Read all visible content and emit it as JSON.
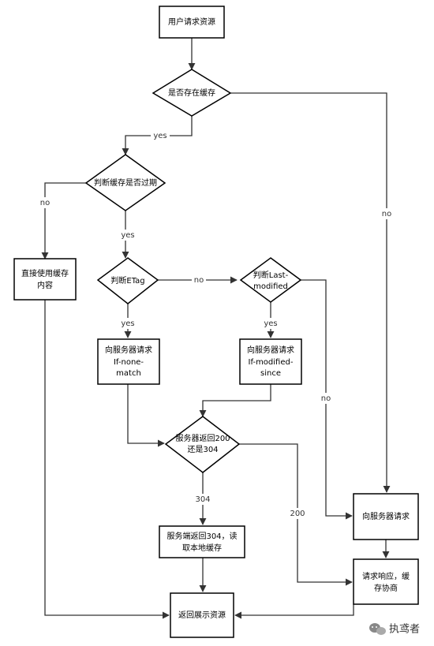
{
  "nodes": {
    "user_request": "用户请求资源",
    "has_cache": "是否存在缓存",
    "cache_expired": "判断缓存是否过期",
    "use_cache": [
      "直接使用缓存",
      "内容"
    ],
    "check_etag": "判断ETag",
    "check_last_modified": [
      "判断Last-",
      "modified"
    ],
    "req_if_none_match": [
      "向服务器请求",
      "If-none-",
      "match"
    ],
    "req_if_modified_since": [
      "向服务器请求",
      "If-modified-",
      "since"
    ],
    "server_200_or_304": [
      "服务器返回200",
      "还是304"
    ],
    "server_304_read_local": [
      "服务端返回304，读",
      "取本地缓存"
    ],
    "request_server": "向服务器请求",
    "response_negotiate": [
      "请求响应，缓",
      "存协商"
    ],
    "return_resource": "返回展示资源"
  },
  "edge_labels": {
    "has_cache_yes": "yes",
    "has_cache_no": "no",
    "expired_no": "no",
    "expired_yes": "yes",
    "etag_no": "no",
    "etag_yes": "yes",
    "lastmod_yes": "yes",
    "lastmod_no": "no",
    "status_304": "304",
    "status_200": "200"
  },
  "watermark": {
    "text": "执鸢者",
    "icon": "wechat-icon"
  }
}
